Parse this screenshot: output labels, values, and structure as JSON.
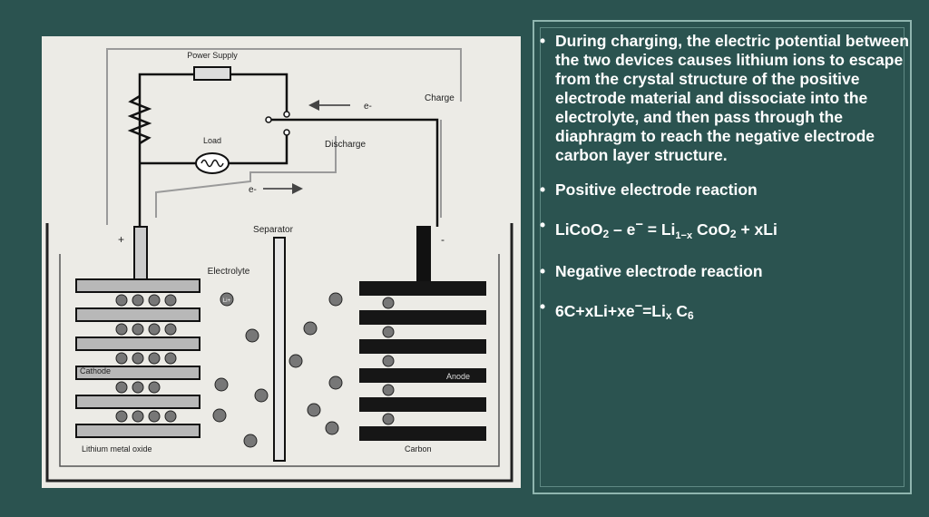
{
  "colors": {
    "background": "#2b5350",
    "frame": "#8fb5af",
    "text": "#ffffff",
    "diagram_bg": "#ecebe6",
    "electrode_grey": "#b8b8b8",
    "electrode_black": "#161616"
  },
  "diagram": {
    "power_supply": "Power Supply",
    "load": "Load",
    "charge": "Charge",
    "discharge": "Discharge",
    "separator": "Separator",
    "electrolyte": "Electrolyte",
    "cathode": "Cathode",
    "anode": "Anode",
    "lithium_metal_oxide": "Lithium metal oxide",
    "carbon": "Carbon",
    "plus_sign": "+",
    "minus_sign": "-",
    "electron_top": "e-",
    "electron_bottom": "e-",
    "ion_label": "Li+"
  },
  "bullets": {
    "marker": "•",
    "b1": "During charging, the electric potential between the two devices causes lithium ions to escape from the crystal structure of the positive electrode material and dissociate into the electrolyte, and then pass through the diaphragm to reach the negative electrode carbon layer structure.",
    "b2": "Positive electrode reaction",
    "b3": {
      "p1": "LiCoO",
      "sub1": "2",
      "p2": " –  e",
      "sup1": "−",
      "p3": " = Li",
      "sub2": "1−x",
      "p4": " CoO",
      "sub3": "2",
      "p5": " + xLi"
    },
    "b4": "Negative electrode reaction",
    "b5": {
      "p1": "6C+xLi+xe",
      "sup1": "−",
      "p2": "=Li",
      "sub1": "x",
      "p3": " C",
      "sub2": "6"
    }
  }
}
